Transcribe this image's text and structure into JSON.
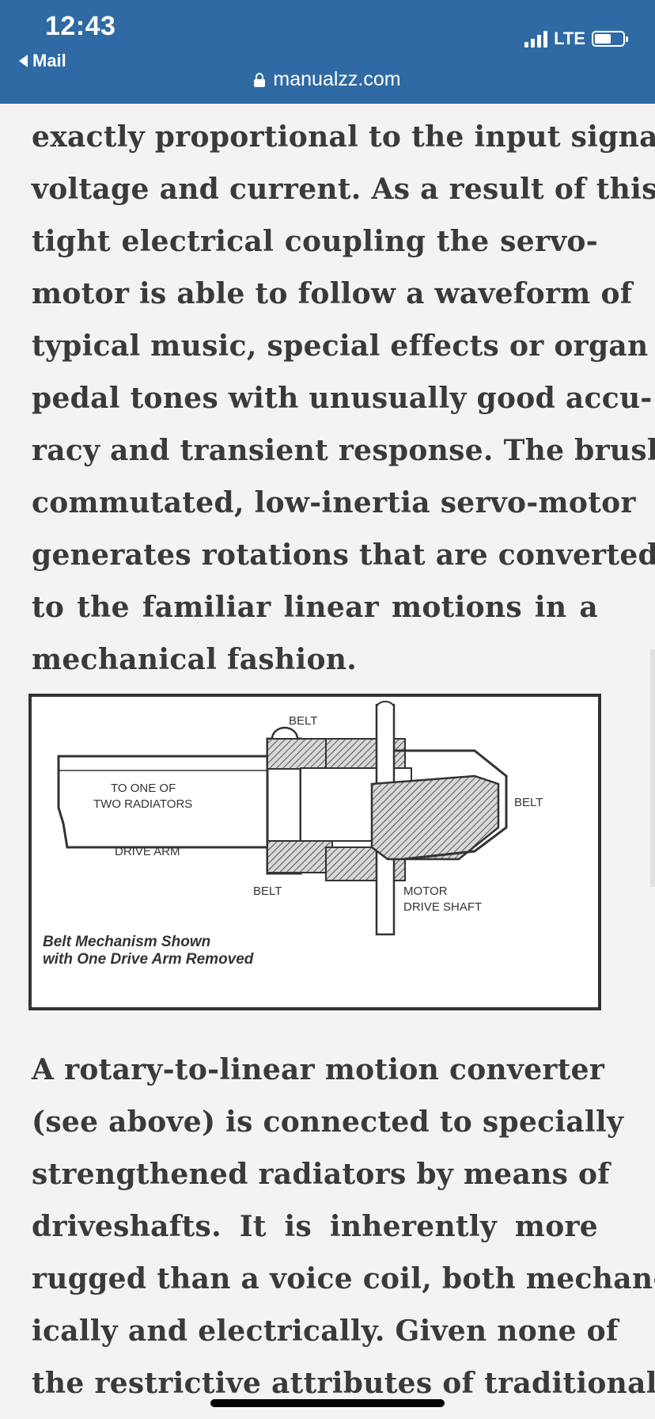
{
  "status_bar": {
    "time": "12:43",
    "back_label": "Mail",
    "network": "LTE",
    "url": "manualzz.com"
  },
  "document": {
    "para1_lines": [
      "exactly proportional to the input signal",
      "voltage and current. As a result of this",
      "tight electrical coupling the servo-",
      "motor is able to follow a waveform of",
      "typical music, special effects or organ",
      "pedal tones with unusually good accu-",
      "racy and transient response. The brush-",
      "commutated, low-inertia servo-motor",
      "generates rotations that are converted",
      "to the familiar linear motions in a",
      "mechanical fashion."
    ],
    "figure": {
      "label_belt_top": "BELT",
      "label_radiators_1": "TO ONE OF",
      "label_radiators_2": "TWO RADIATORS",
      "label_drive_arm": "DRIVE ARM",
      "label_belt_right": "BELT",
      "label_belt_bottom": "BELT",
      "label_motor_1": "MOTOR",
      "label_motor_2": "DRIVE SHAFT",
      "caption_1": "Belt Mechanism Shown",
      "caption_2": "with One Drive Arm Removed"
    },
    "para2_lines": [
      "A rotary-to-linear motion converter",
      "(see above) is connected to specially",
      "strengthened radiators by means of",
      "driveshafts. It is inherently more",
      "rugged than a voice coil, both mechan-",
      "ically and electrically. Given none of",
      "the restrictive attributes of traditional"
    ]
  },
  "colors": {
    "status_bar_bg": "#2f6aa4",
    "page_bg": "#f4f3f1",
    "text": "#3a3a3a"
  }
}
